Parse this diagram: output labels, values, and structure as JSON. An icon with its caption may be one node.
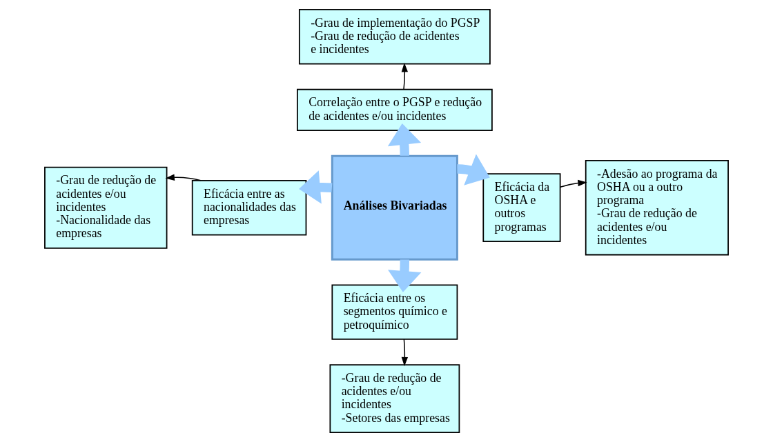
{
  "diagram": {
    "nodes": [
      {
        "text": [
          "Análises Bivariadas"
        ]
      },
      {
        "text": [
          "Correlação entre o PGSP e redução de acidentes e/ou incidentes"
        ]
      },
      {
        "text": [
          "-Grau de implementação do PGSP",
          "-Grau de redução de acidentes e incidentes"
        ]
      },
      {
        "text": [
          "Eficácia entre as nacionalidades das empresas"
        ]
      },
      {
        "text": [
          "-Grau de redução de acidentes e/ou incidentes",
          "-Nacionalidade das empresas"
        ]
      },
      {
        "text": [
          "Eficácia da OSHA e outros programas"
        ]
      },
      {
        "text": [
          "-Adesão ao programa da OSHA ou a outro programa",
          "-Grau de redução de acidentes e/ou incidentes"
        ]
      },
      {
        "text": [
          "Eficácia entre os segmentos químico e petroquímico"
        ]
      },
      {
        "text": [
          "-Grau de redução de acidentes e/ou incidentes",
          "-Setores das empresas"
        ]
      }
    ],
    "edges": [
      {
        "from": 0,
        "to": 1,
        "arrow": "to",
        "style": "thick",
        "color": "#99ccff"
      },
      {
        "from": 0,
        "to": 3,
        "arrow": "to",
        "style": "thick",
        "color": "#99ccff"
      },
      {
        "from": 0,
        "to": 5,
        "arrow": "to",
        "style": "thick",
        "color": "#99ccff"
      },
      {
        "from": 0,
        "to": 7,
        "arrow": "to",
        "style": "thick",
        "color": "#99ccff"
      },
      {
        "from": 1,
        "to": 2,
        "arrow": "to",
        "color": "#000000"
      },
      {
        "from": 3,
        "to": 4,
        "arrow": "to",
        "color": "#000000"
      },
      {
        "from": 5,
        "to": 6,
        "arrow": "to",
        "color": "#000000"
      },
      {
        "from": 7,
        "to": 8,
        "arrow": "to",
        "color": "#000000"
      }
    ]
  }
}
